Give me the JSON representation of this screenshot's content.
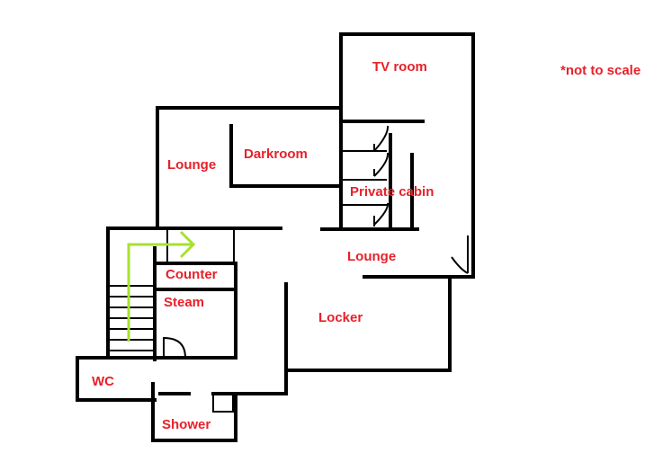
{
  "floorplan": {
    "note": "*not to scale",
    "rooms": {
      "tv_room": "TV room",
      "lounge_upper": "Lounge",
      "darkroom": "Darkroom",
      "private_cabin": "Private cabin",
      "lounge_lower": "Lounge",
      "counter": "Counter",
      "steam": "Steam",
      "locker": "Locker",
      "wc": "WC",
      "shower": "Shower"
    },
    "colors": {
      "walls": "#000000",
      "labels": "#e8202a",
      "arrow": "#a6e22e",
      "background": "#ffffff"
    },
    "icons": [
      "door-swing-icon",
      "entry-arrow-icon",
      "staircase-icon"
    ]
  }
}
